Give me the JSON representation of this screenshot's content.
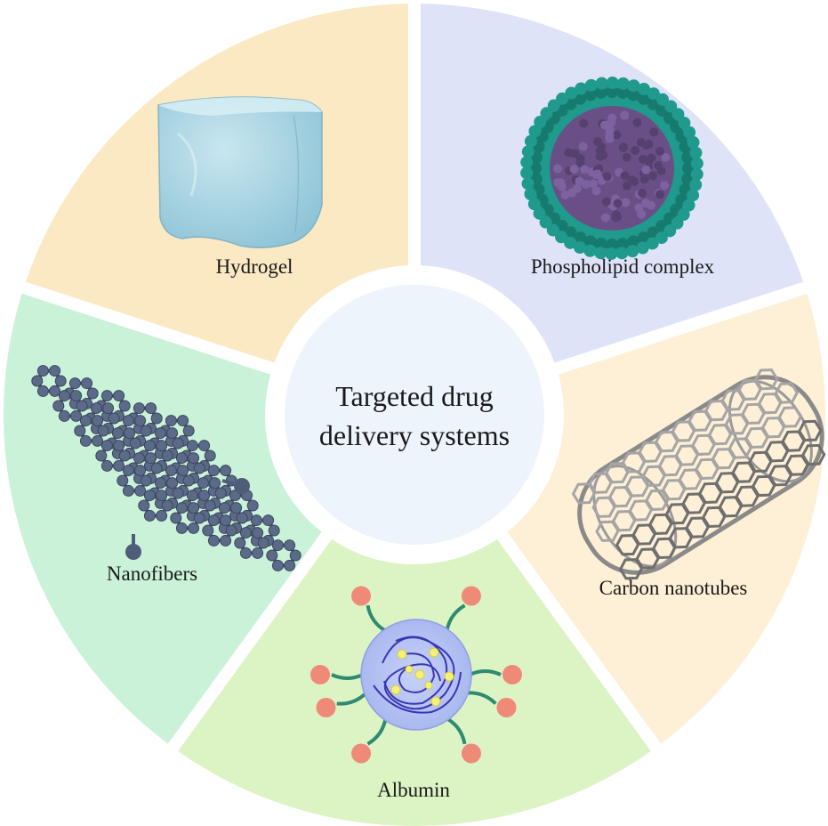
{
  "center": {
    "line1": "Targeted drug",
    "line2": "delivery systems"
  },
  "segments": [
    {
      "label": "Hydrogel",
      "color": "#fbe9c4",
      "icon": "hydrogel-cube-icon"
    },
    {
      "label": "Phospholipid complex",
      "color": "#dfe3f8",
      "icon": "phospholipid-sphere-icon"
    },
    {
      "label": "Carbon nanotubes",
      "color": "#fdf0d6",
      "icon": "carbon-nanotube-icon"
    },
    {
      "label": "Albumin",
      "color": "#dcf3c4",
      "icon": "albumin-nanoparticle-icon"
    },
    {
      "label": "Nanofibers",
      "color": "#c9f2d8",
      "icon": "graphene-sheet-icon"
    }
  ],
  "colors": {
    "center_fill": "#eef4fb",
    "hydrogel": "#a9d4e2",
    "phospholipid_shell": "#1f9a8c",
    "phospholipid_core": "#6a4f86",
    "nanotube": "#8a8a8a",
    "graphene": "#4e5d78",
    "albumin_core": "#b5c3f0",
    "albumin_strand": "#3a36b3",
    "albumin_tail": "#2e8a70",
    "albumin_head": "#f08a78",
    "albumin_dot": "#f5f07a"
  }
}
